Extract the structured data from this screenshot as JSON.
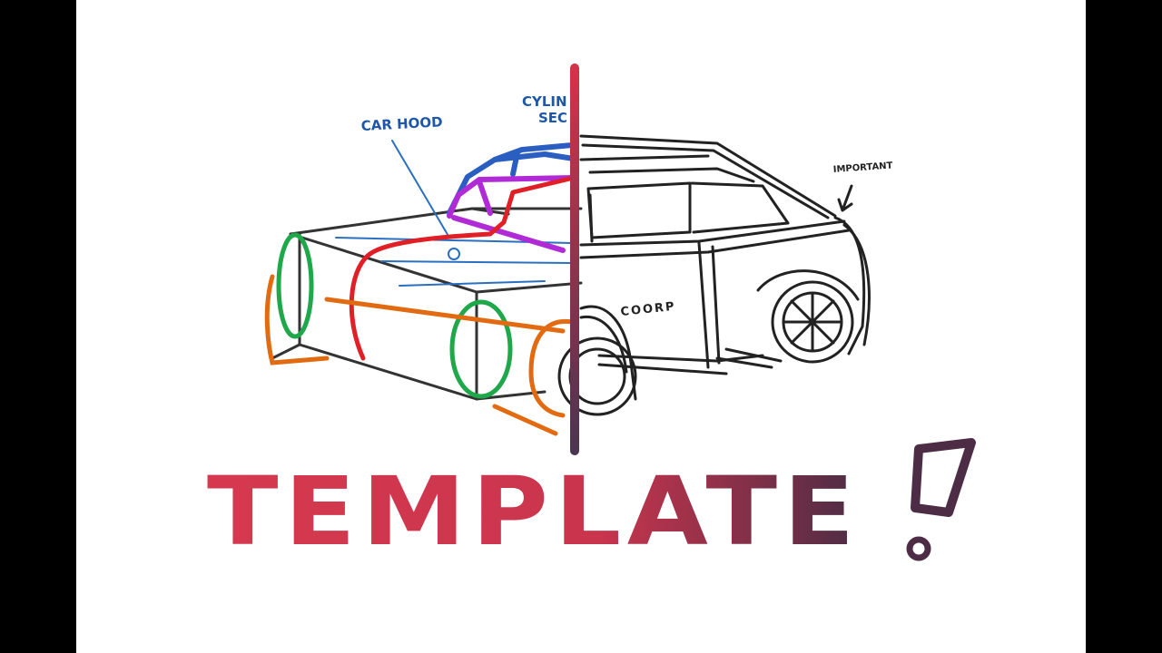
{
  "colors": {
    "letterbox": "#000000",
    "paper": "#ffffff",
    "ink": "#222222",
    "blue": "#2a6fc0",
    "label_blue": "#1f57a8",
    "red": "#e01f26",
    "green": "#1fa84a",
    "orange": "#e26a10",
    "purple": "#b02ad6",
    "divider_top": "#d6324a",
    "divider_bottom": "#4a3550",
    "title_start": "#d6394f",
    "title_end": "#4d2c45"
  },
  "annotations": {
    "car_hood": "CAR HOOD",
    "cylinder_line1": "CYLIN",
    "cylinder_line2": "SEC",
    "important": "IMPORTANT",
    "brand": "COORP"
  },
  "title": {
    "text": "TEMPLATE",
    "mark": "!"
  }
}
